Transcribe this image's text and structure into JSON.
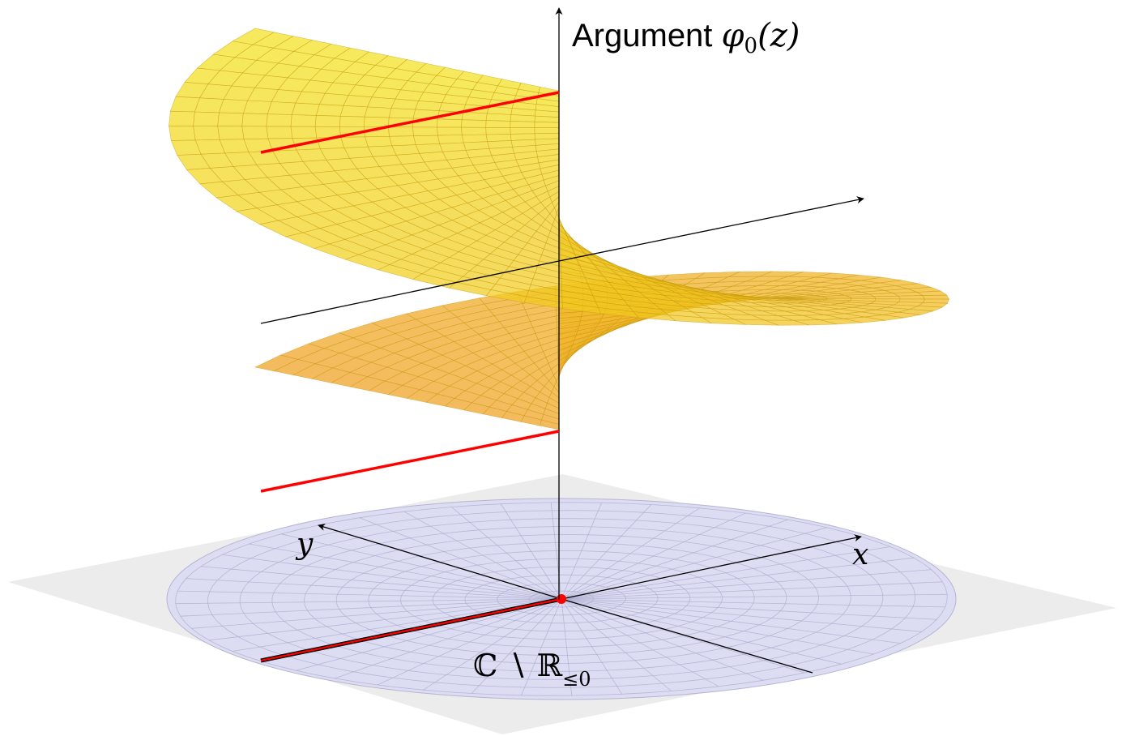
{
  "labels": {
    "z_axis_prefix": "Argument ",
    "z_axis_symbol": "φ",
    "z_axis_subscript": "0",
    "z_axis_suffix": "(z)",
    "x_axis": "x",
    "y_axis": "y",
    "domain_left": "ℂ ∖ ℝ",
    "domain_subscript": "≤0"
  },
  "colors": {
    "surface_top": "#f2e21e",
    "surface_bottom": "#f0a020",
    "surface_grid": "#c79a10",
    "branch_cut": "#ff0000",
    "disc_fill": "#dcdcf2",
    "disc_grid": "#a8a8cc",
    "plane": "#ececec",
    "axis": "#000000"
  }
}
